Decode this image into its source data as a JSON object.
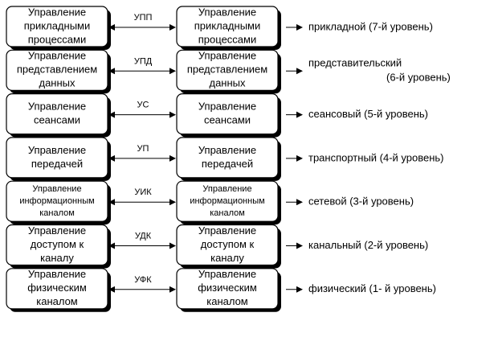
{
  "rows": [
    {
      "left": [
        "Управление",
        "прикладными",
        "процессами"
      ],
      "link": "УПП",
      "right": [
        "Управление",
        "прикладными",
        "процессами"
      ],
      "level": [
        "прикладной (7-й  уровень)"
      ],
      "font": 13
    },
    {
      "left": [
        "Управление",
        "представлением",
        "данных"
      ],
      "link": "УПД",
      "right": [
        "Управление",
        "представлением",
        "данных"
      ],
      "level": [
        "представительский",
        "(6-й  уровень)"
      ],
      "font": 13
    },
    {
      "left": [
        "Управление",
        "сеансами"
      ],
      "link": "УС",
      "right": [
        "Управление",
        "сеансами"
      ],
      "level": [
        "сеансовый (5-й  уровень)"
      ],
      "font": 13
    },
    {
      "left": [
        "Управление",
        "передачей"
      ],
      "link": "УП",
      "right": [
        "Управление",
        "передачей"
      ],
      "level": [
        "транспортный (4-й  уровень)"
      ],
      "font": 13
    },
    {
      "left": [
        "Управление",
        "информационным",
        "каналом"
      ],
      "link": "УИК",
      "right": [
        "Управление",
        "информационным",
        "каналом"
      ],
      "level": [
        "сетевой (3-й  уровень)"
      ],
      "font": 11
    },
    {
      "left": [
        "Управление",
        "доступом к",
        "каналу"
      ],
      "link": "УДК",
      "right": [
        "Управление",
        "доступом к",
        "каналу"
      ],
      "level": [
        "канальный (2-й  уровень)"
      ],
      "font": 13
    },
    {
      "left": [
        "Управление",
        "физическим",
        "каналом"
      ],
      "link": "УФК",
      "right": [
        "Управление",
        "физическим",
        "каналом"
      ],
      "level": [
        "физический (1- й  уровень)"
      ],
      "font": 13
    }
  ]
}
